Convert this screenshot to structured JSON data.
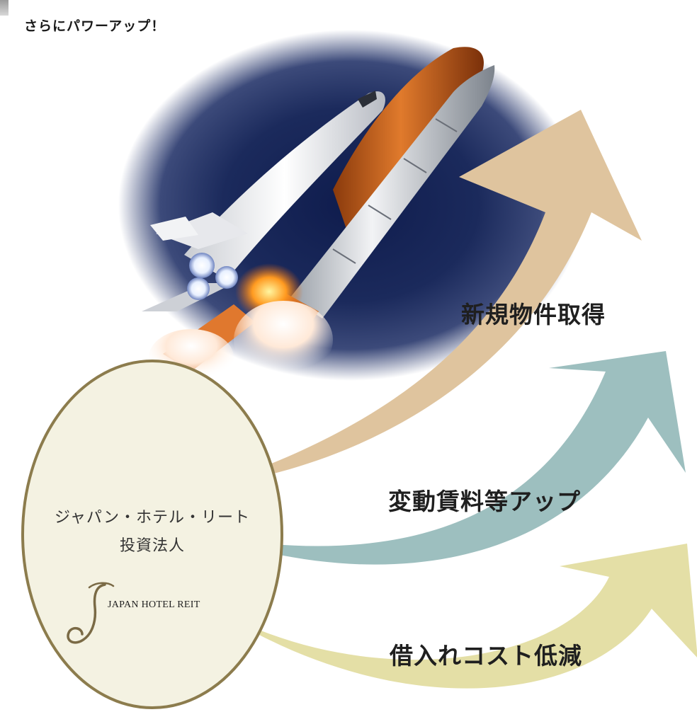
{
  "headline": "さらにパワーアップ！",
  "arrows": {
    "acquisition": "新規物件取得",
    "variable_rent": "変動賃料等アップ",
    "cost_reduction": "借入れコスト低減"
  },
  "corporation": {
    "name_line1": "ジャパン・ホテル・リート",
    "name_line2": "投資法人",
    "logo_text": "JAPAN HOTEL REIT"
  },
  "colors": {
    "arrow_acquisition": "#dfc49e",
    "arrow_variable_rent": "#9dbfbf",
    "arrow_cost_reduction": "#e4dfa6",
    "ellipse_fill": "#f4f2e2",
    "ellipse_stroke": "#8c7c4d",
    "sky": "#1b2a5c"
  },
  "icons": {
    "illustration": "space-shuttle-launch",
    "logo": "script-j-logo"
  }
}
